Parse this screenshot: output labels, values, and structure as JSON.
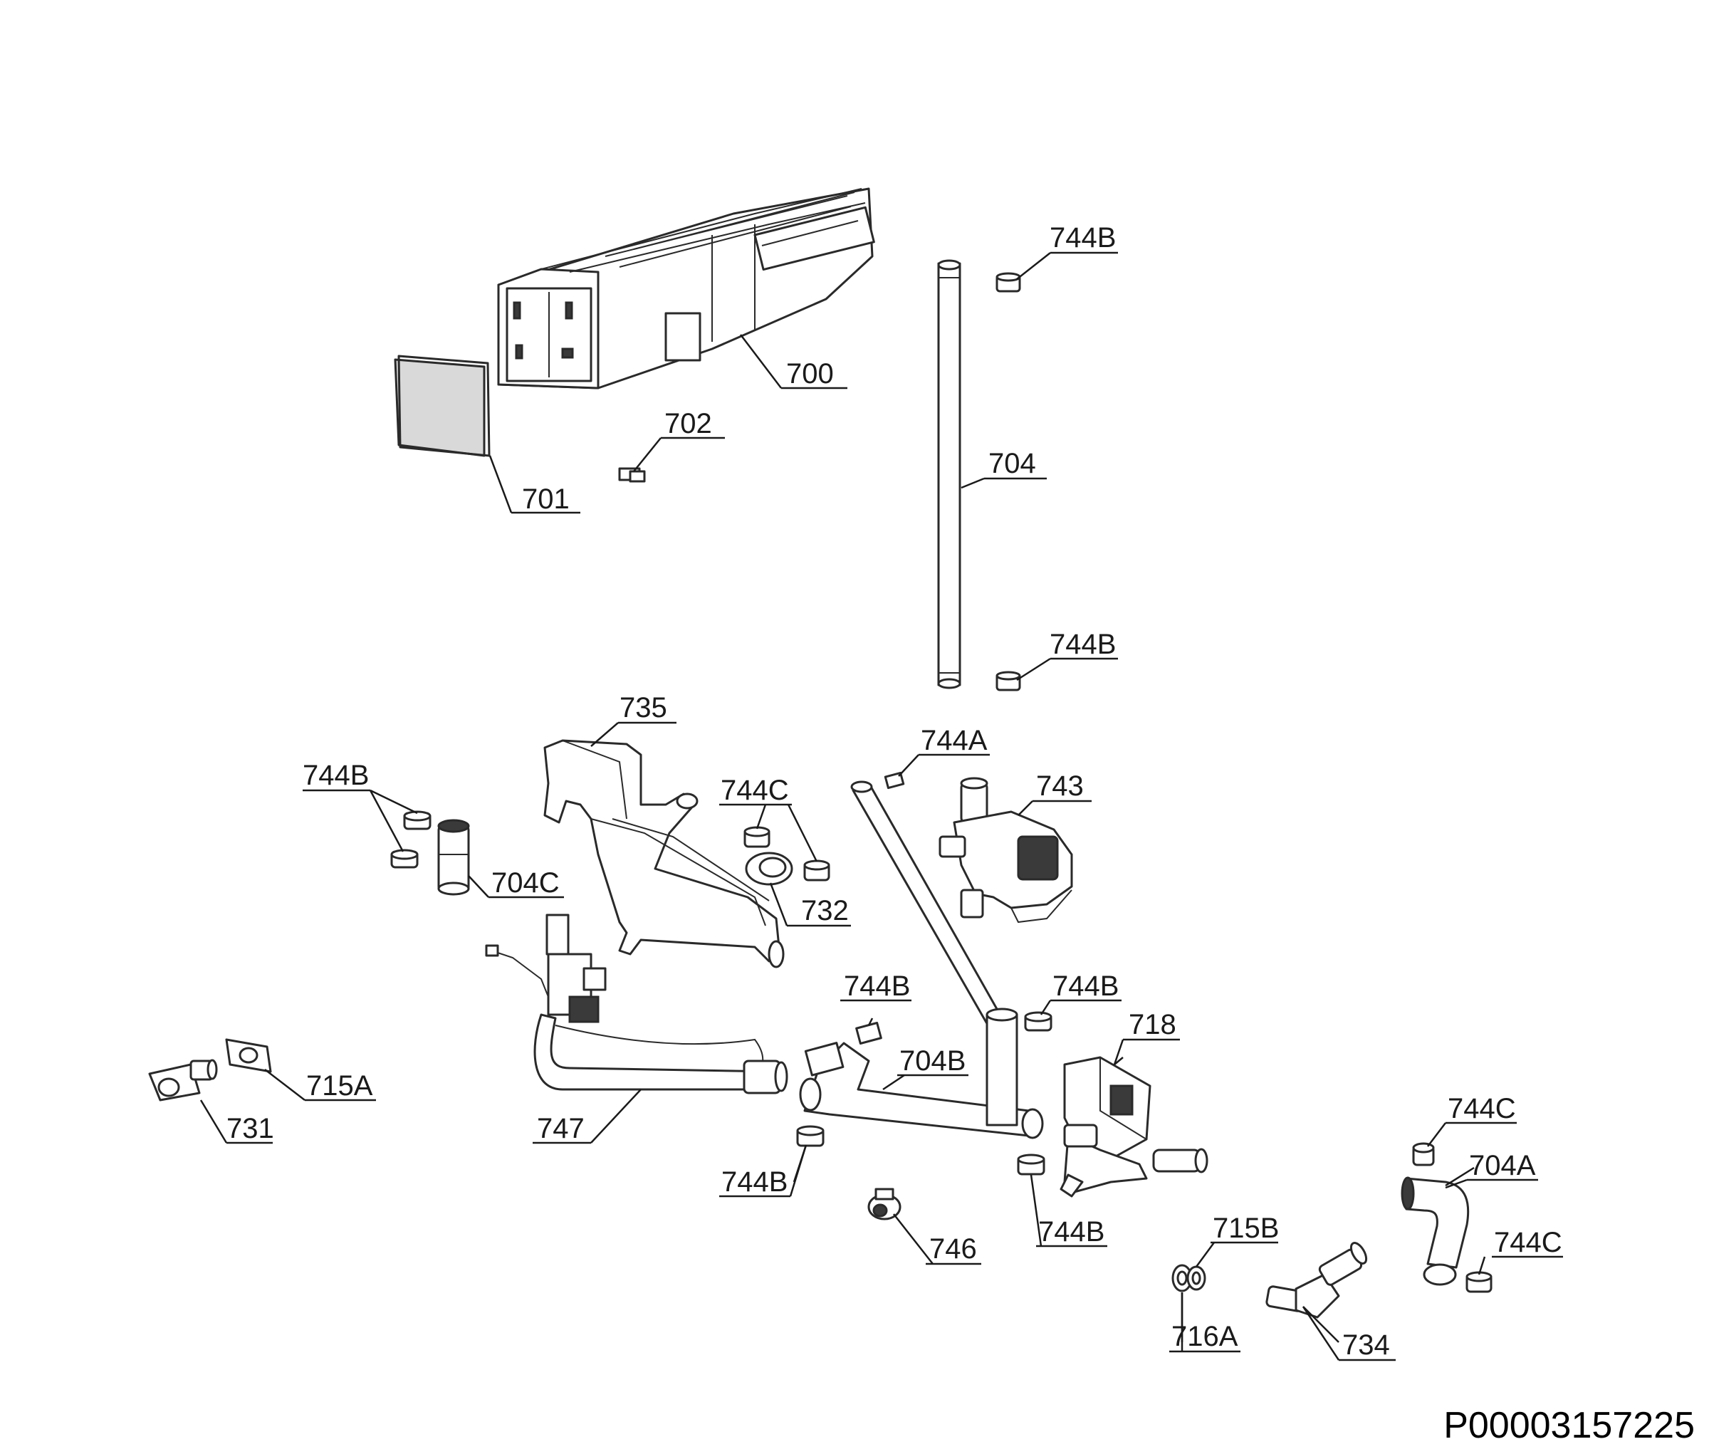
{
  "drawing_id": "P00003157225",
  "callouts": [
    {
      "id": "c700",
      "text": "700"
    },
    {
      "id": "c701",
      "text": "701"
    },
    {
      "id": "c702",
      "text": "702"
    },
    {
      "id": "c704",
      "text": "704"
    },
    {
      "id": "c744b_top",
      "text": "744B"
    },
    {
      "id": "c744b_mid",
      "text": "744B"
    },
    {
      "id": "c735",
      "text": "735"
    },
    {
      "id": "c744a",
      "text": "744A"
    },
    {
      "id": "c743",
      "text": "743"
    },
    {
      "id": "c744b_left",
      "text": "744B"
    },
    {
      "id": "c744c_upper",
      "text": "744C"
    },
    {
      "id": "c704c",
      "text": "704C"
    },
    {
      "id": "c732",
      "text": "732"
    },
    {
      "id": "c744b_tee_left",
      "text": "744B"
    },
    {
      "id": "c744b_tee_right",
      "text": "744B"
    },
    {
      "id": "c718",
      "text": "718"
    },
    {
      "id": "c704b",
      "text": "704B"
    },
    {
      "id": "c715a",
      "text": "715A"
    },
    {
      "id": "c731",
      "text": "731"
    },
    {
      "id": "c747",
      "text": "747"
    },
    {
      "id": "c744b_bottom_left",
      "text": "744B"
    },
    {
      "id": "c746",
      "text": "746"
    },
    {
      "id": "c744b_bottom_right",
      "text": "744B"
    },
    {
      "id": "c744c_right_top",
      "text": "744C"
    },
    {
      "id": "c704a",
      "text": "704A"
    },
    {
      "id": "c744c_right_bottom",
      "text": "744C"
    },
    {
      "id": "c715b",
      "text": "715B"
    },
    {
      "id": "c716a",
      "text": "716A"
    },
    {
      "id": "c734",
      "text": "734"
    }
  ]
}
